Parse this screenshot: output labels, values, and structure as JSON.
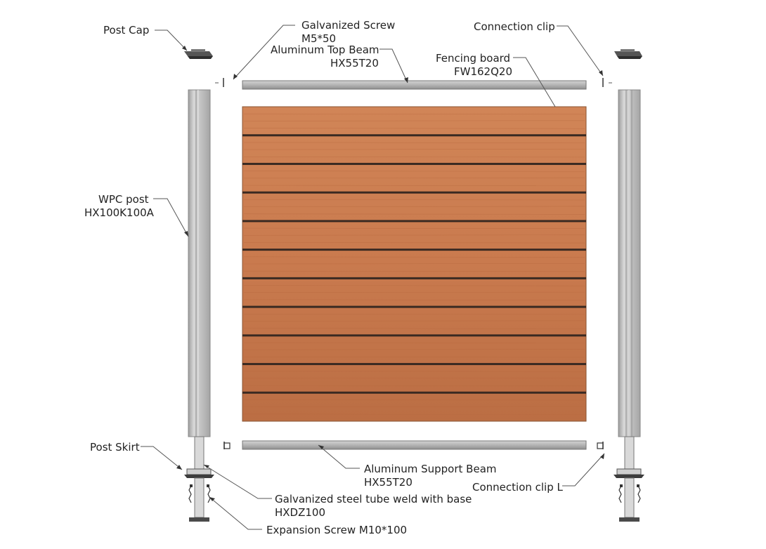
{
  "labels": {
    "post_cap": "Post Cap",
    "screw_name": "Galvanized Screw",
    "screw_code": "M5*50",
    "top_beam_name": "Aluminum Top Beam",
    "top_beam_code": "HX55T20",
    "clip_top": "Connection clip",
    "board_name": "Fencing board",
    "board_code": "FW162Q20",
    "post_name": "WPC post",
    "post_code": "HX100K100A",
    "skirt": "Post Skirt",
    "support_beam_name": "Aluminum  Support Beam",
    "support_beam_code": "HX55T20",
    "clip_bottom": "Connection clip L",
    "tube_name": "Galvanized steel tube weld with base",
    "tube_code": "HXDZ100",
    "expansion_screw": "Expansion Screw M10*100"
  },
  "colors": {
    "wood": "#c97a4e",
    "wood_dark": "#b7683e",
    "groove": "#3a2a22",
    "aluminum": "#b9b9b9",
    "post": "#c9c9c9",
    "steel": "#8e8e8e"
  },
  "fencing_board_count": 11
}
